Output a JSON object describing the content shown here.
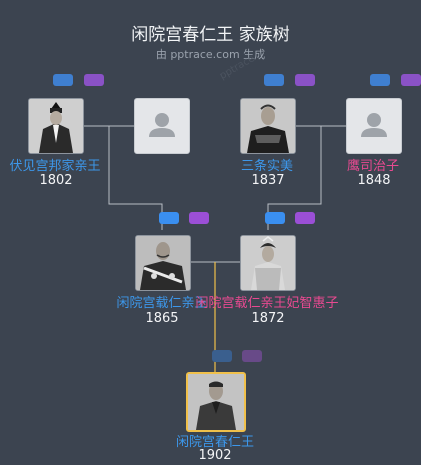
{
  "header": {
    "title": "闲院宫春仁王 家族树",
    "subtitle": "由 pptrace.com 生成",
    "watermark": "pptrace"
  },
  "people": {
    "fushimi": {
      "name": "伏见宫邦家亲王",
      "year": "1802"
    },
    "sanjo": {
      "name": "三条实美",
      "year": "1837"
    },
    "takatsukasa": {
      "name": "鹰司治子",
      "year": "1848"
    },
    "kotohito": {
      "name": "闲院宫载仁亲王",
      "year": "1865"
    },
    "chieko": {
      "name": "闲院宫载仁亲王妃智惠子",
      "year": "1872"
    },
    "haruhito": {
      "name": "闲院宫春仁王",
      "year": "1902"
    }
  },
  "colors": {
    "background": "#3c4450",
    "male": "#3d97ea",
    "female": "#e84a91",
    "focus_border": "#f0c04a",
    "toggle_blue": "#3f7fd0",
    "toggle_purple": "#8a52c6"
  }
}
